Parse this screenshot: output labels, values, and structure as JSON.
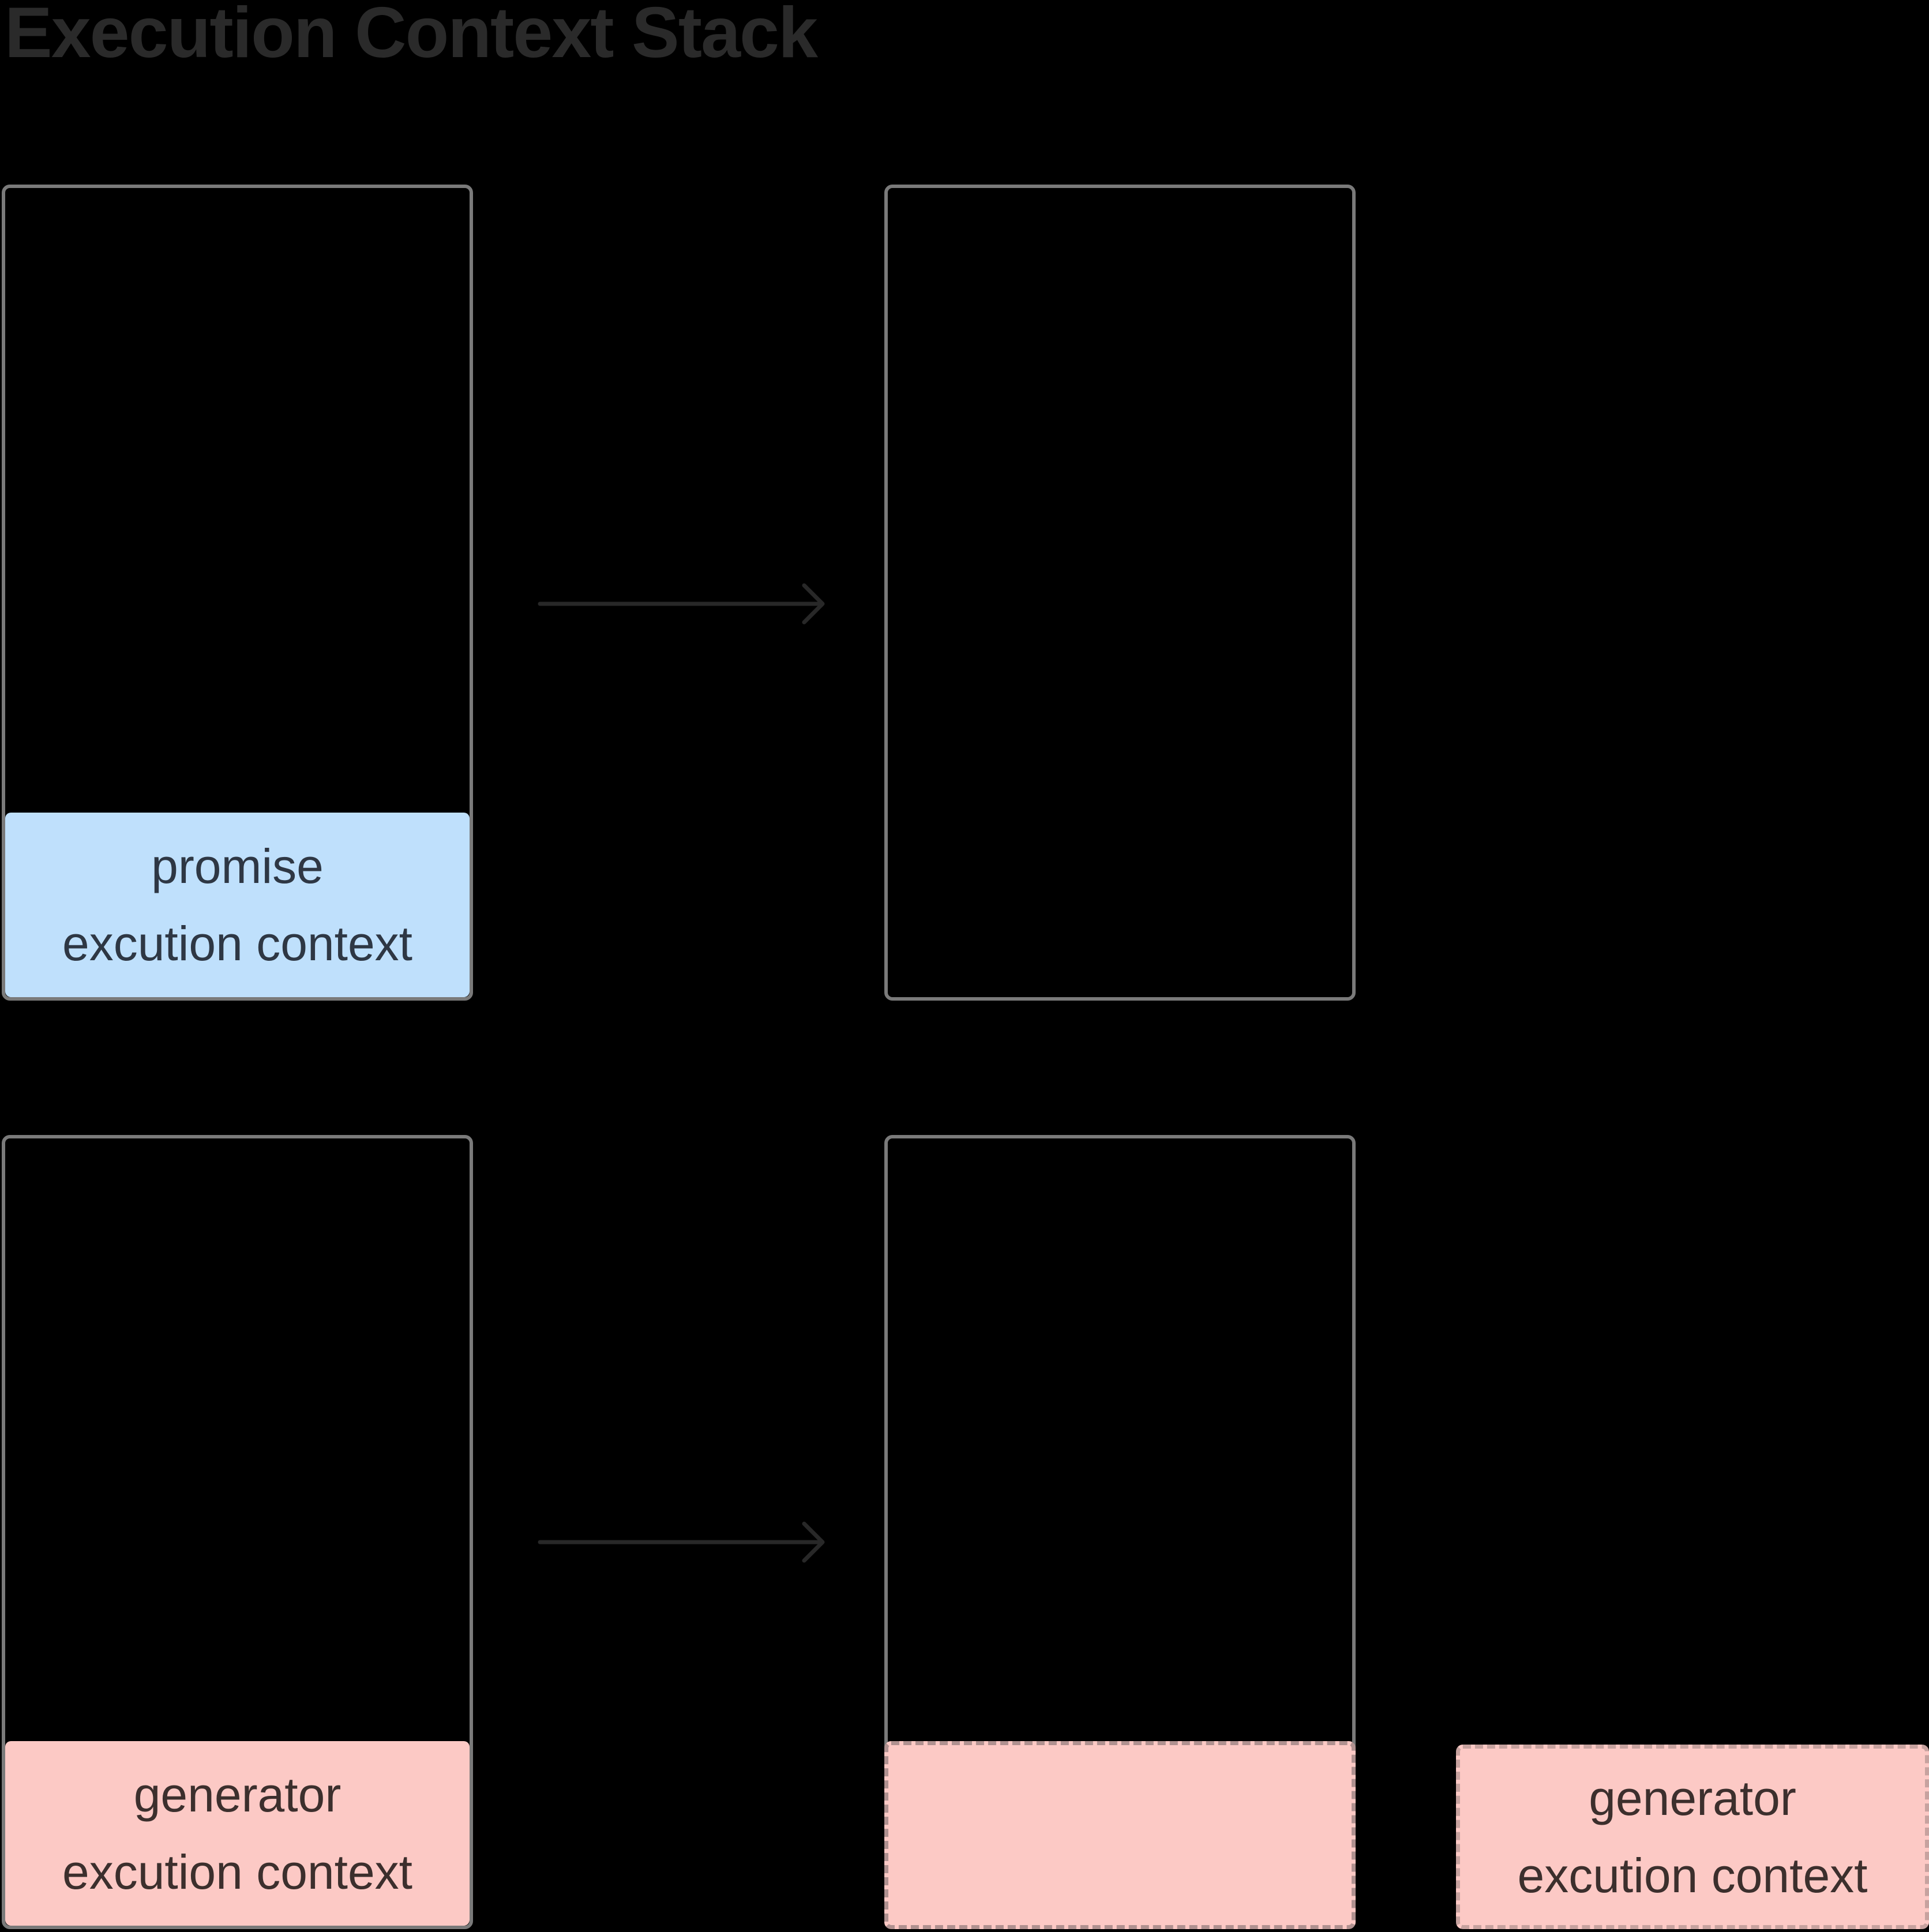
{
  "title": "Execution Context Stack",
  "colors": {
    "background": "#000000",
    "title_text": "#2a2a2a",
    "box_border": "#7a7a7a",
    "arrow": "#282828",
    "blue_fill": "#bfe0fc",
    "blue_text": "#2e3744",
    "pink_fill": "#fcc9c5",
    "pink_text": "#3c2f2d",
    "dash_inner": "#b09190",
    "dash_standalone": "#c7a29f"
  },
  "icons": {
    "flow_arrow": "right-arrow"
  },
  "stacks": {
    "promise": {
      "line1": "promise",
      "line2": "excution context"
    },
    "generator": {
      "line1": "generator",
      "line2": "excution context"
    },
    "generator_detached": {
      "line1": "generator",
      "line2": "excution context"
    }
  }
}
